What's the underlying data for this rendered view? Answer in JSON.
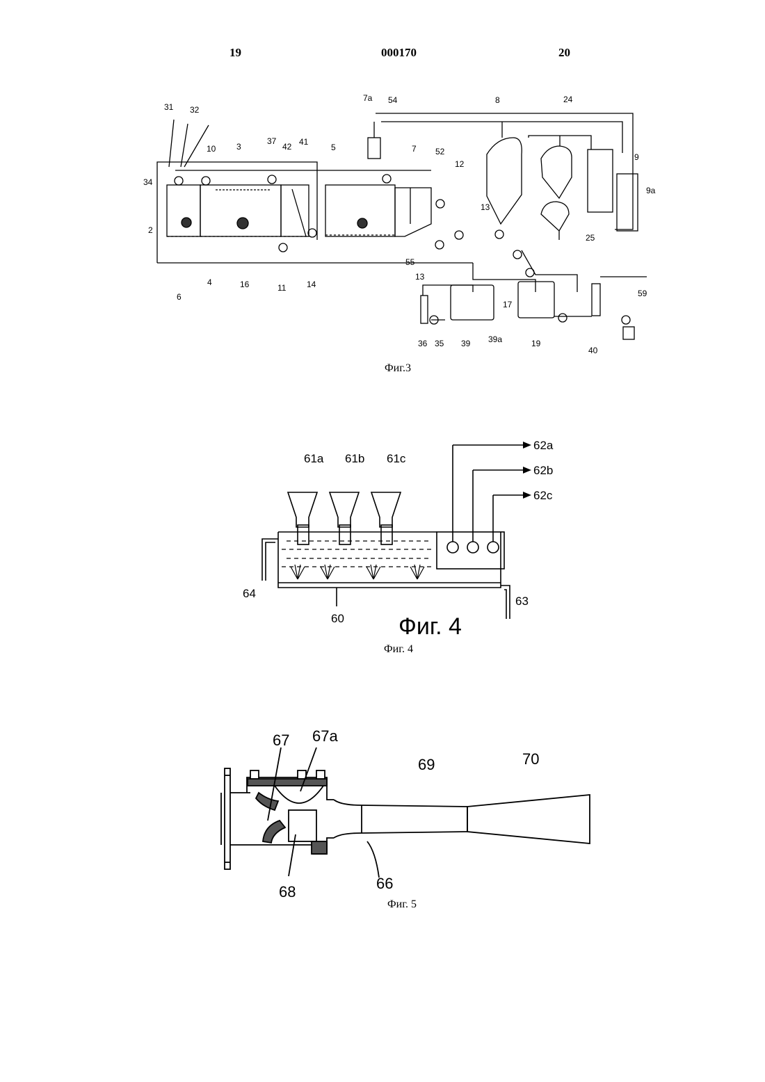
{
  "header": {
    "left_page": "19",
    "doc_number": "000170",
    "right_page": "20"
  },
  "fig3": {
    "caption": "Фиг.3",
    "labels": [
      "31",
      "32",
      "34",
      "2",
      "6",
      "10",
      "3",
      "37",
      "42",
      "41",
      "4",
      "16",
      "11",
      "14",
      "5",
      "7a",
      "54",
      "7",
      "52",
      "12",
      "55",
      "13",
      "13",
      "8",
      "24",
      "9",
      "9a",
      "25",
      "17",
      "19",
      "36",
      "35",
      "39",
      "39a",
      "59",
      "40"
    ]
  },
  "fig4": {
    "caption": "Фиг. 4",
    "inline_title": "Фиг. 4",
    "labels": [
      "61a",
      "61b",
      "61c",
      "62a",
      "62b",
      "62c",
      "64",
      "60",
      "63"
    ]
  },
  "fig5": {
    "caption": "Фиг. 5",
    "labels": [
      "67",
      "67a",
      "69",
      "70",
      "68",
      "66"
    ]
  }
}
